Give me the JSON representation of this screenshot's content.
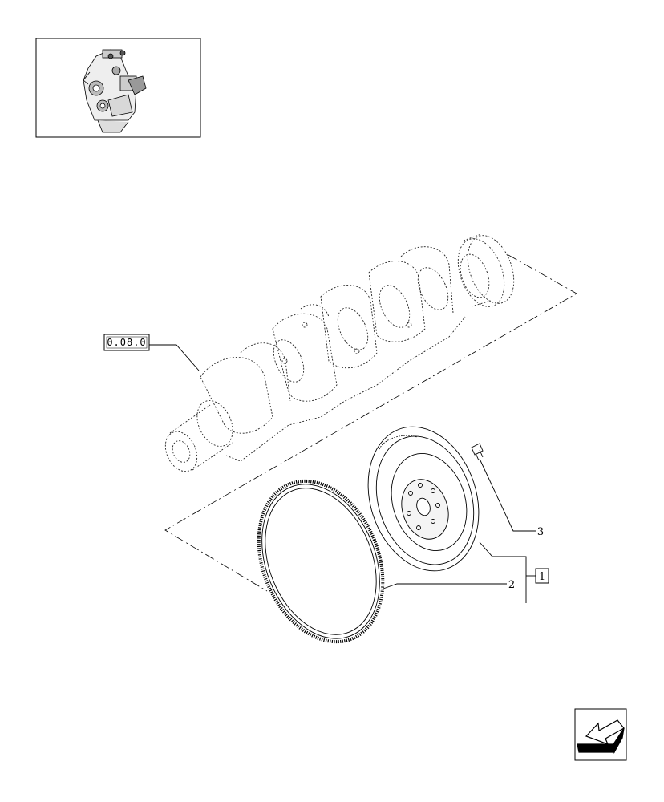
{
  "diagram": {
    "reference_box": {
      "text": "0.08.0"
    },
    "callouts": [
      {
        "id": "1",
        "text": "1",
        "boxed": true
      },
      {
        "id": "2",
        "text": "2",
        "boxed": false
      },
      {
        "id": "3",
        "text": "3",
        "boxed": false
      }
    ],
    "thumbnail": {
      "icon": "engine-icon"
    },
    "nav": {
      "icon": "next-page-arrow-icon"
    }
  },
  "colors": {
    "ink": "#000000",
    "paper": "#ffffff",
    "ghost": "#222222"
  }
}
